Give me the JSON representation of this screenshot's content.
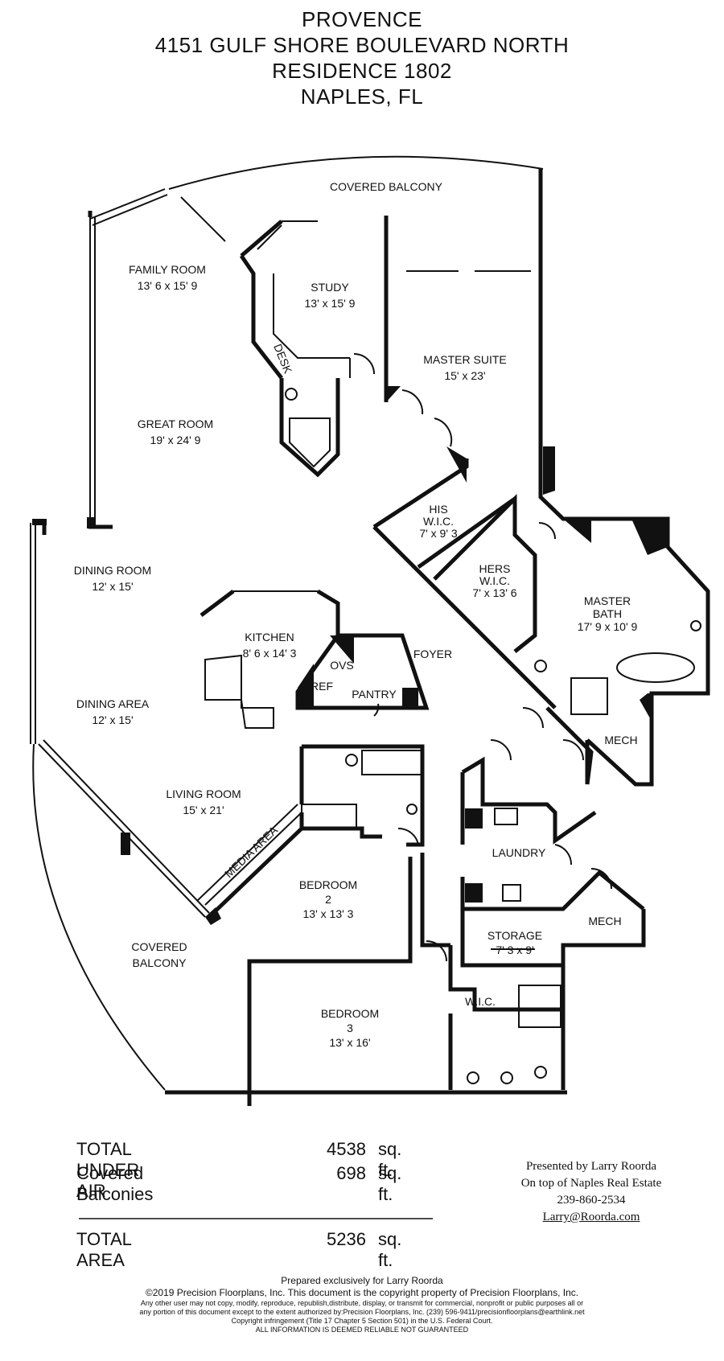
{
  "header": {
    "line1": "PROVENCE",
    "line2": "4151 GULF SHORE BOULEVARD NORTH",
    "line3": "RESIDENCE 1802",
    "line4": "NAPLES, FL"
  },
  "rooms": {
    "covered_balcony_top": "COVERED BALCONY",
    "family_room": "FAMILY ROOM",
    "family_room_dim": "13' 6 x 15' 9",
    "study": "STUDY",
    "study_dim": "13' x 15' 9",
    "desk": "DESK",
    "master_suite": "MASTER SUITE",
    "master_suite_dim": "15' x 23'",
    "great_room": "GREAT ROOM",
    "great_room_dim": "19' x 24' 9",
    "his_wic": "HIS",
    "his_wic2": "W.I.C.",
    "his_wic_dim": "7' x 9' 3",
    "hers_wic": "HERS",
    "hers_wic2": "W.I.C.",
    "hers_wic_dim": "7' x 13' 6",
    "master_bath": "MASTER",
    "master_bath2": "BATH",
    "master_bath_dim": "17' 9 x 10' 9",
    "dining_room": "DINING ROOM",
    "dining_room_dim": "12' x 15'",
    "kitchen": "KITCHEN",
    "kitchen_dim": "8' 6 x 14' 3",
    "foyer": "FOYER",
    "ref": "REF",
    "ovs": "OVS",
    "pantry": "PANTRY",
    "dining_area": "DINING AREA",
    "dining_area_dim": "12' x 15'",
    "mech1": "MECH",
    "living_room": "LIVING ROOM",
    "living_room_dim": "15' x 21'",
    "media_area": "MEDIA AREA",
    "laundry": "LAUNDRY",
    "bedroom2": "BEDROOM",
    "bedroom2_num": "2",
    "bedroom2_dim": "13' x 13' 3",
    "mech2": "MECH",
    "storage": "STORAGE",
    "storage_dim": "7' 3 x 9'",
    "covered_balcony_bottom": "COVERED",
    "covered_balcony_bottom2": "BALCONY",
    "wic3": "W.I.C.",
    "bedroom3": "BEDROOM",
    "bedroom3_num": "3",
    "bedroom3_dim": "13' x 16'"
  },
  "totals": {
    "under_air_label": "TOTAL UNDER AIR",
    "under_air_value": "4538",
    "balconies_label": "Covered Balconies",
    "balconies_value": "698",
    "total_label": "TOTAL AREA",
    "total_value": "5236",
    "unit": "sq. ft."
  },
  "presented": {
    "line1": "Presented by Larry Roorda",
    "line2": "On top of Naples Real Estate",
    "phone": "239-860-2534",
    "email": "Larry@Roorda.com"
  },
  "footer": {
    "prepared": "Prepared exclusively for Larry Roorda",
    "copyright": "©2019 Precision Floorplans, Inc.  This document is the copyright property of Precision Floorplans, Inc.",
    "legal1": "Any other user may not copy, modify, reproduce, republish,distribute, display, or transmit for commercial, nonprofit or public purposes all or",
    "legal2": "any portion of this document except to the extent authorized by:Precision Floorplans, Inc. (239) 596-9411/precisionfloorplans@earthlink.net",
    "legal3": "Copyright infringement (Title 17 Chapter 5 Section 501) in the U.S. Federal Court.",
    "legal4": "ALL INFORMATION IS DEEMED RELIABLE NOT GUARANTEED"
  }
}
